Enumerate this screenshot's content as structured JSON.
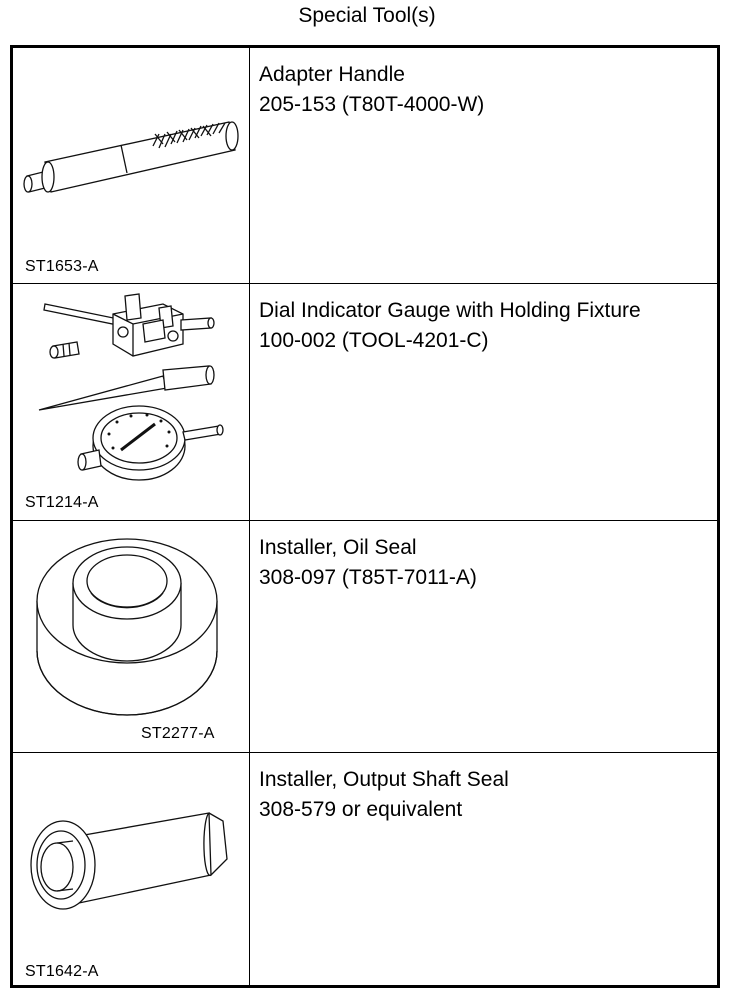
{
  "header": {
    "title": "Special Tool(s)"
  },
  "tools": [
    {
      "name": "Adapter Handle",
      "part_number": "205-153 (T80T-4000-W)",
      "image_code": "ST1653-A",
      "icon": "adapter-handle-illustration"
    },
    {
      "name": "Dial Indicator Gauge with Holding Fixture",
      "part_number": "100-002 (TOOL-4201-C)",
      "image_code": "ST1214-A",
      "icon": "dial-indicator-illustration"
    },
    {
      "name": "Installer, Oil Seal",
      "part_number": "308-097 (T85T-7011-A)",
      "image_code": "ST2277-A",
      "icon": "oil-seal-installer-illustration"
    },
    {
      "name": "Installer, Output Shaft Seal",
      "part_number": "308-579 or equivalent",
      "image_code": "ST1642-A",
      "icon": "output-shaft-seal-installer-illustration"
    }
  ]
}
